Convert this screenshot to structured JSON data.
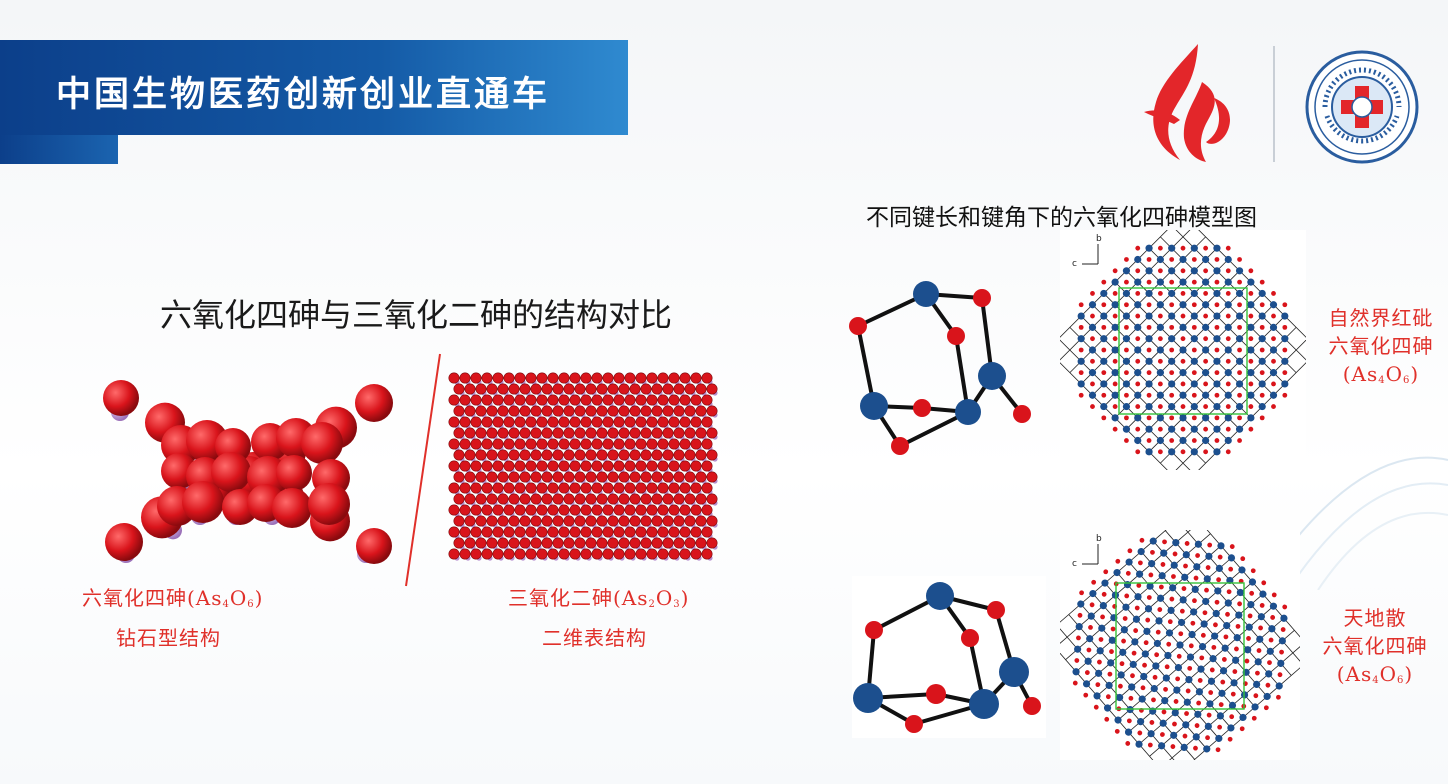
{
  "header": {
    "title": "中国生物医药创新创业直通车"
  },
  "left": {
    "title": "六氧化四砷与三氧化二砷的结构对比",
    "left_caption": {
      "name": "六氧化四砷(As",
      "sub1": "4",
      "mid": "O",
      "sub2": "6",
      "close": ")",
      "structure": "钻石型结构"
    },
    "right_caption": {
      "name": "三氧化二砷(As",
      "sub1": "2",
      "mid": "O",
      "sub2": "3",
      "close": ")",
      "structure": "二维表结构"
    }
  },
  "right": {
    "title": "不同键长和键角下的六氧化四砷模型图",
    "axis_b": "b",
    "axis_c": "c",
    "label_top": {
      "line1": "自然界红砒",
      "line2": "六氧化四砷",
      "formula_open": "(As",
      "sub1": "4",
      "mid": "O",
      "sub2": "6",
      "close": ")"
    },
    "label_bottom": {
      "line1": "天地散",
      "line2": "六氧化四砷",
      "formula_open": "(As",
      "sub1": "4",
      "mid": "O",
      "sub2": "6",
      "close": ")"
    }
  },
  "colors": {
    "banner_dark": "#0c3f8a",
    "banner_light": "#2f8ad0",
    "caption_red": "#e0302a",
    "oxygen_red": "#d9141b",
    "arsenic_blue": "#1c4f8e",
    "arsenic_violet": "#b68fcf",
    "cell_green": "#35c23a"
  }
}
